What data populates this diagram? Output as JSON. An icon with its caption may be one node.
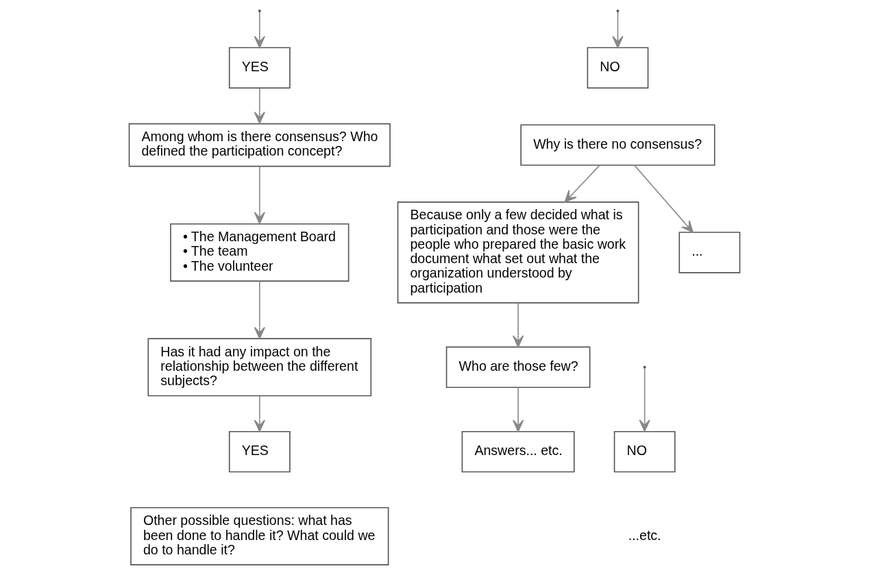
{
  "diagram": {
    "nodes": [
      {
        "text": [
          "YES"
        ]
      },
      {
        "text": [
          "NO"
        ]
      },
      {
        "text": [
          "Among whom is there consensus? Who defined the participation concept?"
        ]
      },
      {
        "text": [
          "Why is there no consensus?"
        ]
      },
      {
        "text": [
          "Because only a few decided what is participation and those were the people who prepared the basic work document what set out what the organization understood by participation"
        ]
      },
      {
        "text": [
          "..."
        ]
      },
      {
        "text": [
          "Who are those few?"
        ]
      },
      {
        "text": [
          "Answers... etc."
        ]
      },
      {
        "text": [
          "• The Management Board",
          "• The team",
          "• The volunteer"
        ]
      },
      {
        "text": [
          "Has it had any impact on the relationship between the different subjects?"
        ]
      },
      {
        "text": [
          "YES"
        ]
      },
      {
        "text": [
          "NO"
        ]
      },
      {
        "text": [
          "Other possible questions: what has been done to handle it? What could we do to handle it?"
        ]
      }
    ],
    "edges": [
      {
        "from": null,
        "to": 0,
        "arrow": "to"
      },
      {
        "from": null,
        "to": 1,
        "arrow": "to"
      },
      {
        "from": 0,
        "to": 2,
        "arrow": "to"
      },
      {
        "from": 3,
        "to": 4,
        "arrow": "to"
      },
      {
        "from": 3,
        "to": 5,
        "arrow": "to"
      },
      {
        "from": 4,
        "to": 6,
        "arrow": "to"
      },
      {
        "from": 6,
        "to": 7,
        "arrow": "to"
      },
      {
        "from": 2,
        "to": 8,
        "arrow": "to"
      },
      {
        "from": 8,
        "to": 9,
        "arrow": "to"
      },
      {
        "from": 9,
        "to": 10,
        "arrow": "to"
      },
      {
        "from": null,
        "to": 11,
        "arrow": "to"
      }
    ],
    "labels": [
      "...etc."
    ]
  }
}
